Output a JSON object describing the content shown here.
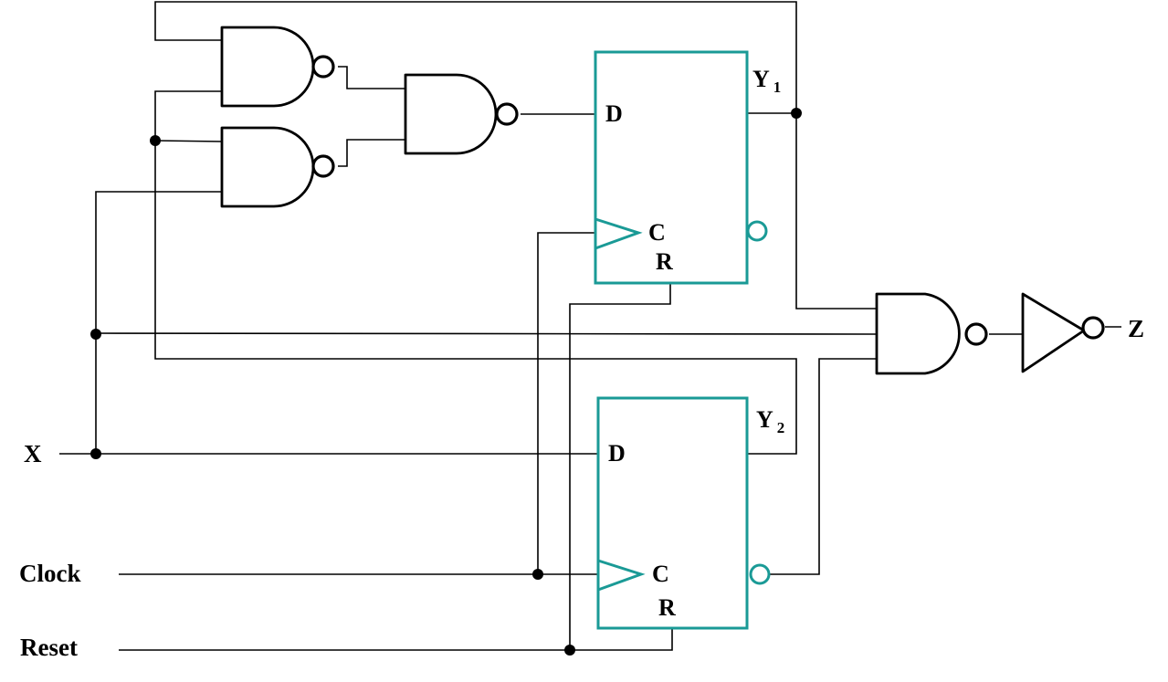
{
  "colors": {
    "wire": "#000000",
    "flipflop": "#1a9a96",
    "background": "#ffffff"
  },
  "inputs": {
    "x": "X",
    "clock": "Clock",
    "reset": "Reset"
  },
  "output": {
    "z": "Z"
  },
  "flipflop_1": {
    "output_name": "Y",
    "output_index": "1",
    "d_pin": "D",
    "clock_pin": "C",
    "reset_pin": "R"
  },
  "flipflop_2": {
    "output_name": "Y",
    "output_index": "2",
    "d_pin": "D",
    "clock_pin": "C",
    "reset_pin": "R"
  }
}
